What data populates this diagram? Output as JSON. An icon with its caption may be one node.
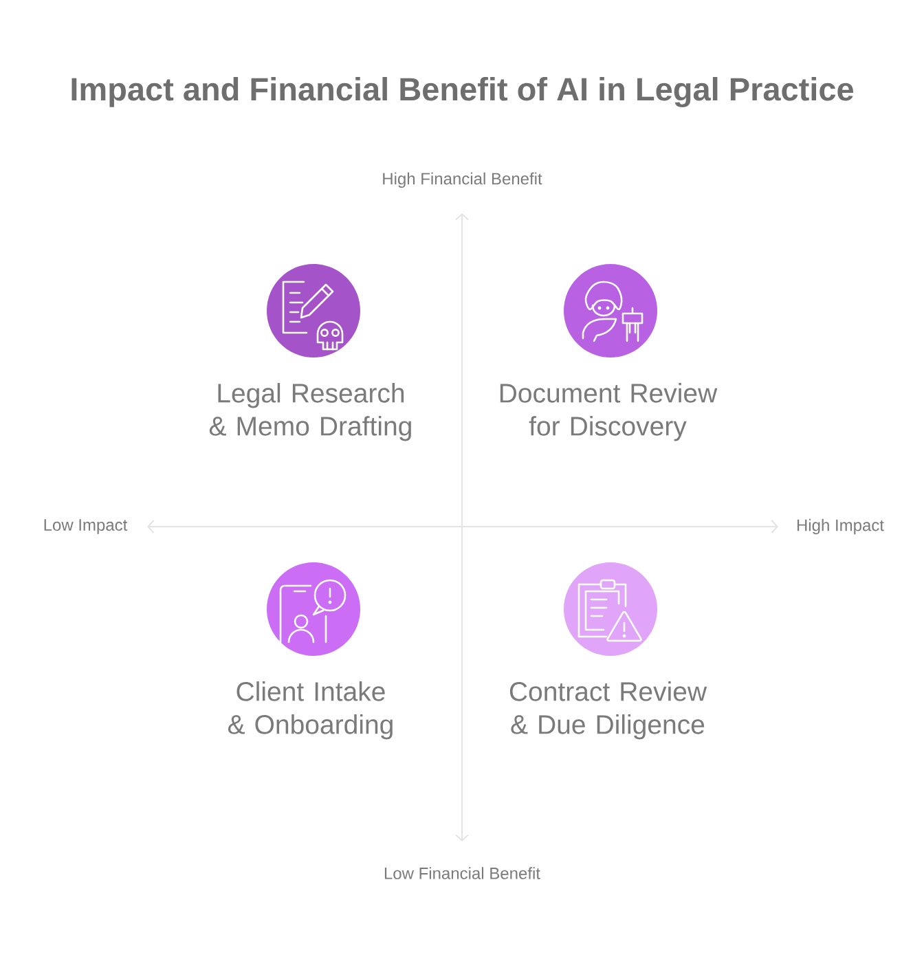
{
  "diagram": {
    "title": "Impact and Financial Benefit of AI in Legal Practice",
    "nodes": [
      {
        "text": [
          "Legal Research & Memo Drafting"
        ]
      },
      {
        "text": [
          "Document Review for Discovery"
        ]
      },
      {
        "text": [
          "Client Intake & Onboarding"
        ]
      },
      {
        "text": [
          "Contract Review & Due Diligence"
        ]
      }
    ],
    "labels": [
      "High Financial Benefit",
      "Low Impact",
      "High Impact",
      "Low Financial Benefit"
    ]
  }
}
